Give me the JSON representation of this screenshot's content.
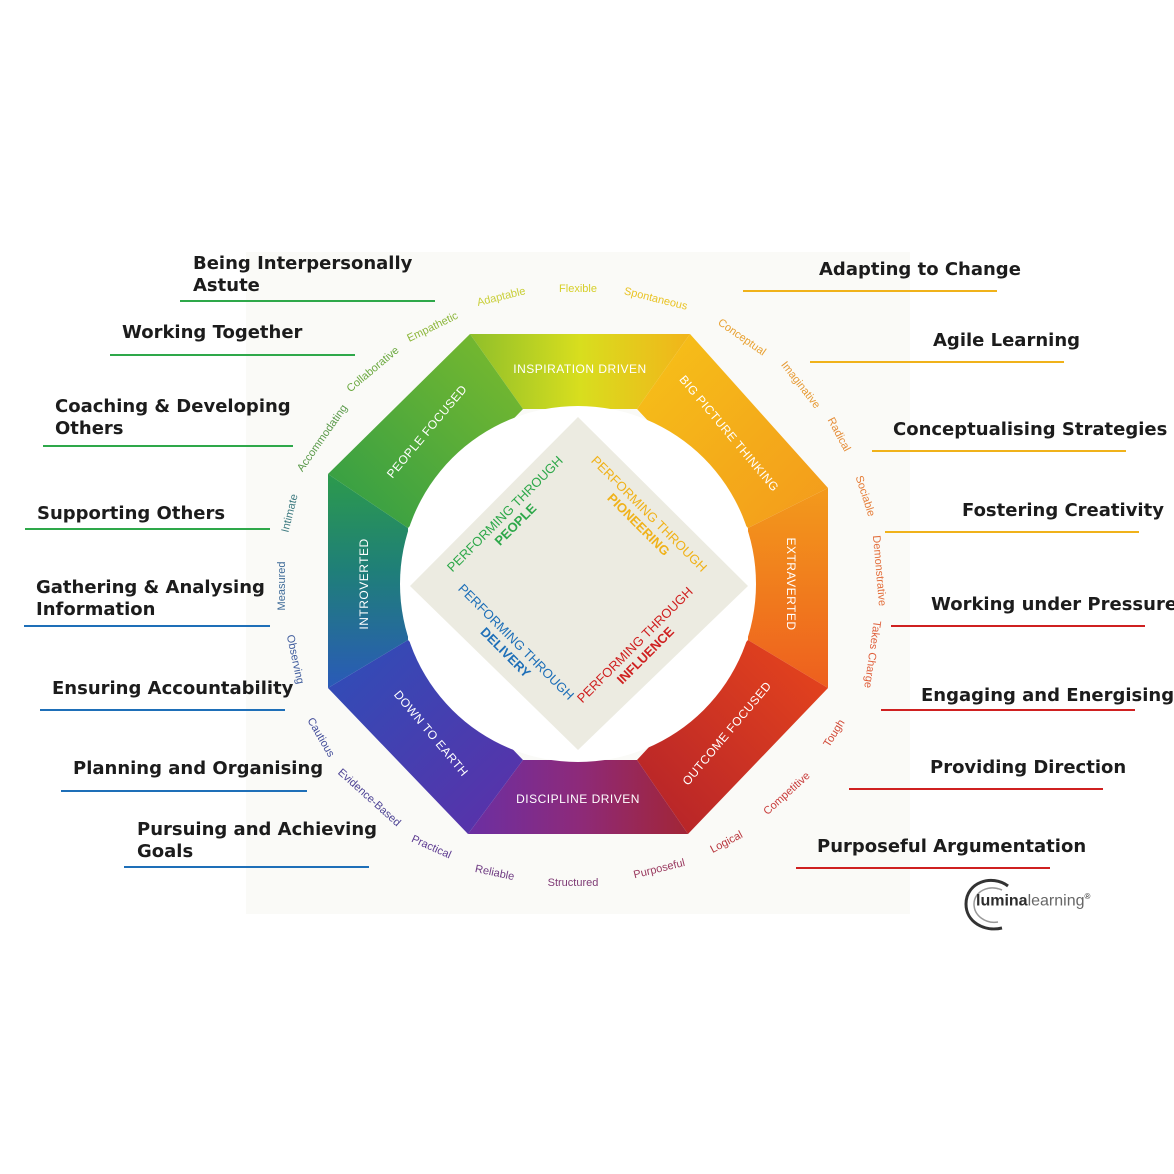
{
  "wheel": {
    "segments": {
      "inspiration": "INSPIRATION DRIVEN",
      "big_picture": "BIG PICTURE THINKING",
      "extraverted": "EXTRAVERTED",
      "outcome": "OUTCOME FOCUSED",
      "discipline": "DISCIPLINE DRIVEN",
      "down_to_earth": "DOWN TO EARTH",
      "introverted": "INTROVERTED",
      "people_focused": "PEOPLE FOCUSED"
    },
    "quadrants": {
      "people": {
        "line1": "PERFORMING THROUGH",
        "line2": "PEOPLE",
        "color": "#2ea84a"
      },
      "pioneering": {
        "line1": "PERFORMING THROUGH",
        "line2": "PIONEERING",
        "color": "#f0b21a"
      },
      "delivery": {
        "line1": "PERFORMING THROUGH",
        "line2": "DELIVERY",
        "color": "#1e6fb8"
      },
      "influence": {
        "line1": "PERFORMING THROUGH",
        "line2": "INFLUENCE",
        "color": "#cf2020"
      }
    },
    "traits": {
      "adaptable": "Adaptable",
      "flexible": "Flexible",
      "spontaneous": "Spontaneous",
      "conceptual": "Conceptual",
      "imaginative": "Imaginative",
      "radical": "Radical",
      "sociable": "Sociable",
      "demonstrative": "Demonstrative",
      "takes_charge": "Takes Charge",
      "tough": "Tough",
      "competitive": "Competitive",
      "logical": "Logical",
      "purposeful": "Purposeful",
      "structured": "Structured",
      "reliable": "Reliable",
      "practical": "Practical",
      "evidence_based": "Evidence-Based",
      "cautious": "Cautious",
      "observing": "Observing",
      "measured": "Measured",
      "intimate": "Intimate",
      "accommodating": "Accommodating",
      "collaborative": "Collaborative",
      "empathetic": "Empathetic"
    }
  },
  "competencies_left": {
    "interpersonally_astute": {
      "line1": "Being Interpersonally",
      "line2": "Astute"
    },
    "working_together": {
      "line1": "Working Together"
    },
    "coaching": {
      "line1": "Coaching & Developing",
      "line2": "Others"
    },
    "supporting": {
      "line1": "Supporting Others"
    },
    "gathering": {
      "line1": "Gathering & Analysing",
      "line2": "Information"
    },
    "accountability": {
      "line1": "Ensuring Accountability"
    },
    "planning": {
      "line1": "Planning and Organising"
    },
    "pursuing": {
      "line1": "Pursuing and Achieving",
      "line2": "Goals"
    }
  },
  "competencies_right": {
    "adapting": {
      "line1": "Adapting to Change"
    },
    "agile": {
      "line1": "Agile Learning"
    },
    "conceptualising": {
      "line1": "Conceptualising Strategies"
    },
    "creativity": {
      "line1": "Fostering Creativity"
    },
    "pressure": {
      "line1": "Working under Pressure"
    },
    "engaging": {
      "line1": "Engaging and Energising"
    },
    "direction": {
      "line1": "Providing Direction"
    },
    "argumentation": {
      "line1": "Purposeful Argumentation"
    }
  },
  "colors": {
    "green": "#2ea84a",
    "yellow": "#f0b21a",
    "blue": "#1e6fb8",
    "red": "#cf2020"
  },
  "logo": {
    "bold": "lumina",
    "light": "learning",
    "mark": "®"
  }
}
